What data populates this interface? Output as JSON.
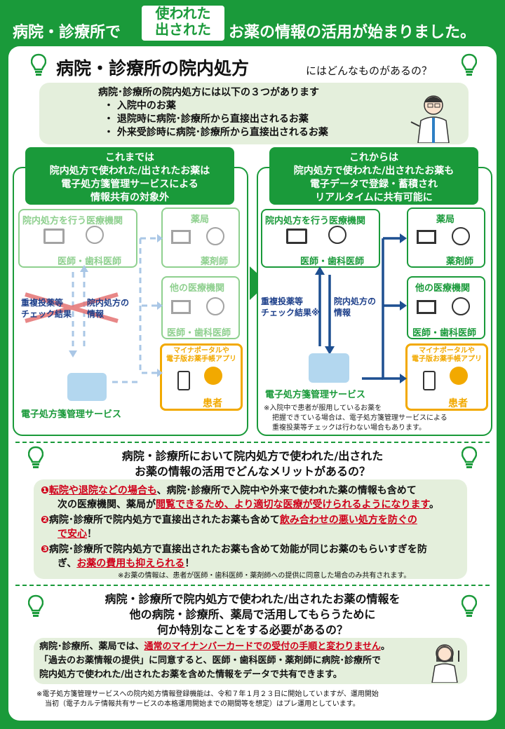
{
  "header": {
    "left": "病院・診療所で",
    "mid_line1": "使われた",
    "mid_line2": "出された",
    "right": "お薬の情報の活用が始まりました。"
  },
  "section1": {
    "title": "病院・診療所の院内処方",
    "subtitle": "にはどんなものがあるの？",
    "intro_head": "病院･診療所の院内処方には以下の３つがあります",
    "items": [
      "入院中のお薬",
      "退院時に病院･診療所から直接出されるお薬",
      "外来受診時に病院･診療所から直接出されるお薬"
    ],
    "bullet": "・"
  },
  "before": {
    "title_lines": [
      "これまでは",
      "院内処方で使われた/出されたお薬は",
      "電子処方箋管理サービスによる",
      "情報共有の対象外"
    ],
    "hospital_title": "院内処方を行う医療機関",
    "hospital_role": "医師・歯科医師",
    "pharmacy_title": "薬局",
    "pharmacy_role": "薬剤師",
    "other_title": "他の医療機関",
    "other_role": "医師・歯科医師",
    "portal_line1": "マイナポータルや",
    "portal_line2": "電子版お薬手帳アプリ",
    "patient": "患者",
    "check_line1": "重複投薬等",
    "check_line2": "チェック結果",
    "info_line1": "院内処方の",
    "info_line2": "情報",
    "service": "電子処方箋管理サービス"
  },
  "after": {
    "title_lines": [
      "これからは",
      "院内処方で使われた/出されたお薬も",
      "電子データで登録・蓄積され",
      "リアルタイムに共有可能に"
    ],
    "hospital_title": "院内処方を行う医療機関",
    "hospital_role": "医師・歯科医師",
    "pharmacy_title": "薬局",
    "pharmacy_role": "薬剤師",
    "other_title": "他の医療機関",
    "other_role": "医師・歯科医師",
    "portal_line1": "マイナポータルや",
    "portal_line2": "電子版お薬手帳アプリ",
    "patient": "患者",
    "check_line1": "重複投薬等",
    "check_line2": "チェック結果※",
    "info_line1": "院内処方の",
    "info_line2": "情報",
    "service": "電子処方箋管理サービス",
    "note_lines": [
      "※入院中で患者が服用しているお薬を",
      "把握できている場合は、電子処方箋管理サービスによる",
      "重複投薬等チェックは行わない場合もあります。"
    ]
  },
  "section2": {
    "question_lines": [
      "病院・診療所において院内処方で使われた/出された",
      "お薬の情報の活用でどんなメリットがあるの？"
    ],
    "m1": {
      "num": "❶",
      "red1": "転院や退院などの場合も",
      "text1": "、病院･診療所で入院中や外来で使われた薬の情報も含めて",
      "text2": "次の医療機関、薬局が",
      "red2": "閲覧できるため、より適切な医療が受けられるようになります",
      "end": "。"
    },
    "m2": {
      "num": "❷",
      "text1": "病院･診療所で院内処方で直接出されたお薬も含めて",
      "red1": "飲み合わせの悪い処方を防ぐの",
      "red2": "で安心",
      "end": "！"
    },
    "m3": {
      "num": "❸",
      "text1": "病院･診療所で院内処方で直接出されたお薬も含めて効能が同じお薬のもらいすぎを防",
      "text2": "ぎ、",
      "red1": "お薬の費用も抑えられる",
      "end": "！"
    },
    "note": "※お薬の情報は、患者が医師・歯科医師・薬剤師への提供に同意した場合のみ共有されます。"
  },
  "section3": {
    "question_lines": [
      "病院・診療所で院内処方で使われた/出されたお薬の情報を",
      "他の病院・診療所、薬局で活用してもらうために",
      "何か特別なことをする必要があるの？"
    ],
    "a1_text": "病院･診療所、薬局では、",
    "a1_red": "通常のマイナンバーカードでの受付の手順と変わりません",
    "a1_end": "。",
    "a2": "「過去のお薬情報の提供」に同意すると、医師・歯科医師・薬剤師に病院･診療所で",
    "a3": "院内処方で使われた/出されたお薬を含めた情報をデータで共有できます。"
  },
  "footnote_lines": [
    "※電子処方箋管理サービスへの院内処方情報登録機能は、令和７年１月２３日に開始していますが、運用開始",
    "当初（電子カルテ情報共有サービスの本格運用開始までの期間等を想定）はプレ運用としています。"
  ]
}
